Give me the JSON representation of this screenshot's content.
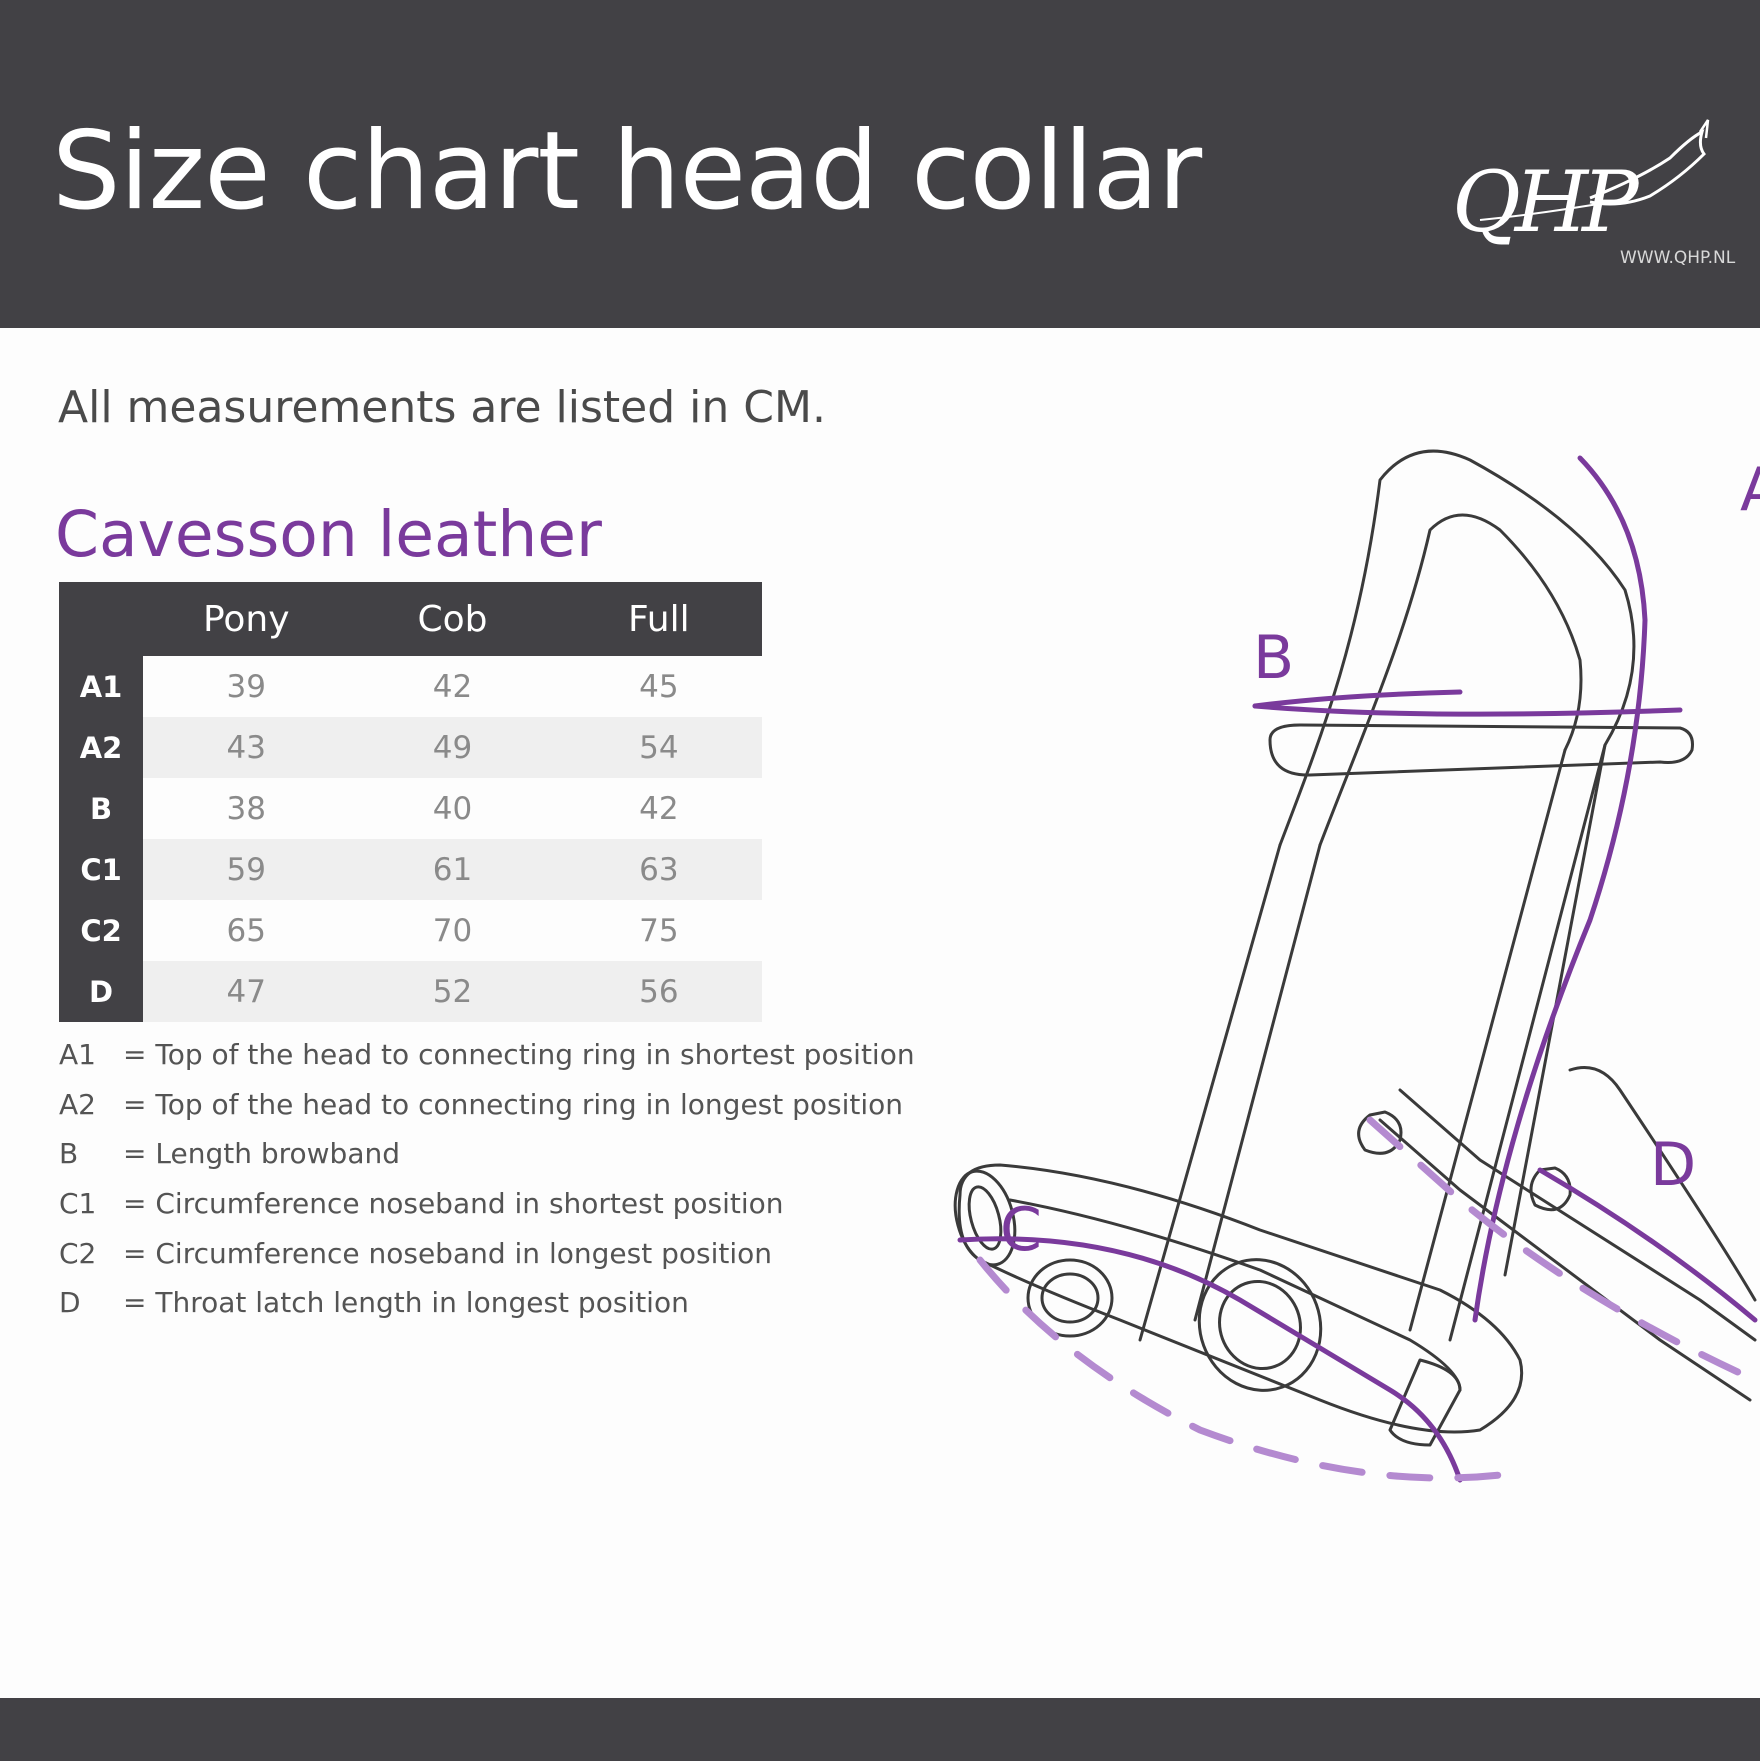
{
  "header": {
    "title": "Size chart head collar",
    "logo_text": "QHP",
    "logo_url": "WWW.QHP.NL"
  },
  "intro": "All measurements are listed in CM.",
  "section_title": "Cavesson leather",
  "table": {
    "columns": [
      "Pony",
      "Cob",
      "Full"
    ],
    "rows": [
      {
        "label": "A1",
        "values": [
          "39",
          "42",
          "45"
        ]
      },
      {
        "label": "A2",
        "values": [
          "43",
          "49",
          "54"
        ]
      },
      {
        "label": "B",
        "values": [
          "38",
          "40",
          "42"
        ]
      },
      {
        "label": "C1",
        "values": [
          "59",
          "61",
          "63"
        ]
      },
      {
        "label": "C2",
        "values": [
          "65",
          "70",
          "75"
        ]
      },
      {
        "label": "D",
        "values": [
          "47",
          "52",
          "56"
        ]
      }
    ]
  },
  "legend": [
    {
      "code": "A1",
      "desc": "= Top of the head to connecting ring in shortest position"
    },
    {
      "code": "A2",
      "desc": "= Top of the head to connecting ring in longest position"
    },
    {
      "code": "B",
      "desc": "= Length browband"
    },
    {
      "code": "C1",
      "desc": "= Circumference noseband in shortest position"
    },
    {
      "code": "C2",
      "desc": "= Circumference noseband in longest position"
    },
    {
      "code": "D",
      "desc": "= Throat latch length in longest position"
    }
  ],
  "diagram": {
    "labels": {
      "a": "A",
      "b": "B",
      "c": "C",
      "d": "D"
    },
    "measure_color": "#7a3a9c",
    "measure_color_light": "#b48ad0",
    "outline_color": "#3a3a3a"
  },
  "colors": {
    "header_bg": "#424145",
    "accent": "#7a3a9c",
    "row_alt": "#efefef"
  }
}
